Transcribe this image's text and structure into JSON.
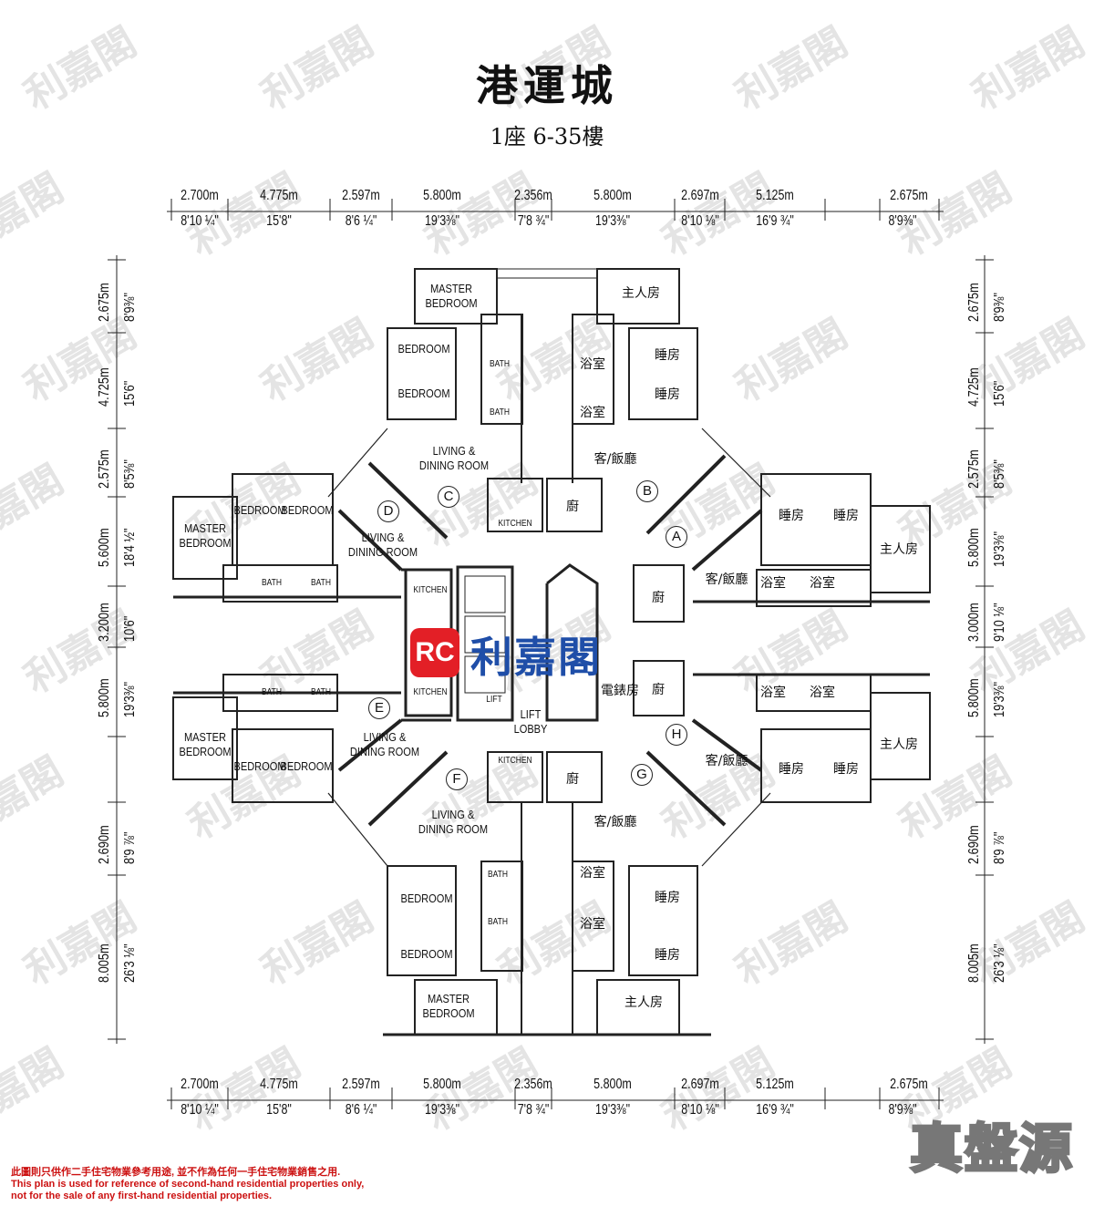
{
  "title": "港運城",
  "subtitle": "1座 6-35樓",
  "horizontal_dimensions": {
    "metric": [
      "2.700m",
      "4.775m",
      "2.597m",
      "5.800m",
      "2.356m",
      "5.800m",
      "2.697m",
      "5.125m",
      "2.675m"
    ],
    "imperial": [
      "8'10 ¼\"",
      "15'8\"",
      "8'6 ¼\"",
      "19'3⅜\"",
      "7'8 ¾\"",
      "19'3⅜\"",
      "8'10 ⅛\"",
      "16'9 ¾\"",
      "8'9⅜\""
    ]
  },
  "left_dimensions": {
    "metric": [
      "2.675m",
      "4.725m",
      "2.575m",
      "5.600m",
      "3.200m",
      "5.800m",
      "2.690m",
      "8.005m"
    ],
    "imperial": [
      "8'9⅜\"",
      "15'6\"",
      "8'5⅜\"",
      "18'4 ½\"",
      "10'6\"",
      "19'3⅜\"",
      "8'9 ⅞\"",
      "26'3 ⅛\""
    ]
  },
  "right_dimensions": {
    "metric": [
      "2.675m",
      "4.725m",
      "2.575m",
      "5.800m",
      "3.000m",
      "5.800m",
      "2.690m",
      "8.005m"
    ],
    "imperial": [
      "8'9⅜\"",
      "15'6\"",
      "8'5⅜\"",
      "19'3⅜\"",
      "9'10 ⅛\"",
      "19'3⅜\"",
      "8'9 ⅞\"",
      "26'3 ⅛\""
    ]
  },
  "flats": [
    "A",
    "B",
    "C",
    "D",
    "E",
    "F",
    "G",
    "H"
  ],
  "rooms": {
    "master_bedroom": "MASTER\nBEDROOM",
    "bedroom": "BEDROOM",
    "bath": "BATH",
    "living_dining": "LIVING &\nDINING ROOM",
    "kitchen": "KITCHEN",
    "lift": "LIFT",
    "lift_lobby": "LIFT\nLOBBY",
    "cn_master": "主人房",
    "cn_bedroom": "睡房",
    "cn_bath": "浴室",
    "cn_living": "客/飯廳",
    "cn_kitchen": "廚",
    "cn_electric": "電錶房"
  },
  "logo": {
    "mark": "RC",
    "text": "利嘉閣"
  },
  "watermark": "利嘉閣",
  "brand": "真盤源",
  "disclaimer": {
    "zh": "此圖則只供作二手住宅物業參考用途, 並不作為任何一手住宅物業銷售之用.",
    "en1": "This plan is used for reference of second-hand residential properties only,",
    "en2": "not for the sale of any first-hand residential properties."
  }
}
